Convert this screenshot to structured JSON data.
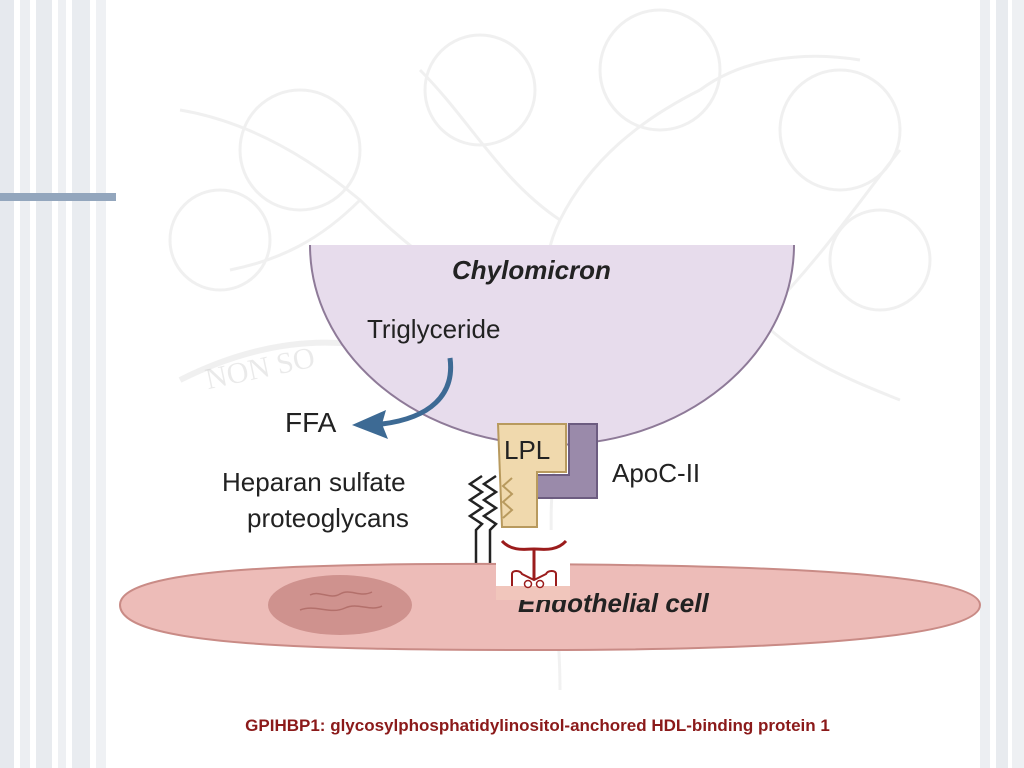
{
  "diagram": {
    "labels": {
      "chylomicron": "Chylomicron",
      "triglyceride": "Triglyceride",
      "ffa": "FFA",
      "lpl": "LPL",
      "apoc": "ApoC-II",
      "heparan_line1": "Heparan sulfate",
      "heparan_line2": "proteoglycans",
      "endothelial": "Endothelial cell"
    },
    "watermark_text": "NON SO"
  },
  "caption": "GPIHBP1: glycosylphosphatidylinositol-anchored HDL-binding protein 1",
  "colors": {
    "chylomicron_fill": "#e7dcec",
    "chylomicron_stroke": "#8e7a98",
    "lpl_fill": "#f0d9ad",
    "lpl_stroke": "#b89a5e",
    "apoc_fill": "#9a8aaa",
    "apoc_stroke": "#6c5c80",
    "arrow": "#3d6a94",
    "endothelial_fill": "#edbcb8",
    "endothelial_stroke": "#c98b86",
    "nucleus": "#c98b86",
    "gpihbp1": "#9b1c1c",
    "caption": "#8b1a1a",
    "accent_bar": "#93a6bd"
  }
}
